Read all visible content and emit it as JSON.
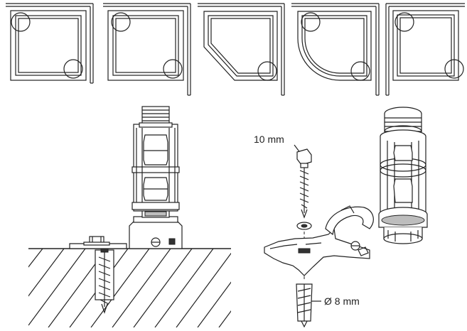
{
  "callouts": {
    "bolt_size": "10 mm",
    "plug_diameter": "Ø 8 mm"
  },
  "layouts": [
    {
      "shape": "square"
    },
    {
      "shape": "square"
    },
    {
      "shape": "pentagon"
    },
    {
      "shape": "quadrant"
    },
    {
      "shape": "rectangle"
    }
  ]
}
